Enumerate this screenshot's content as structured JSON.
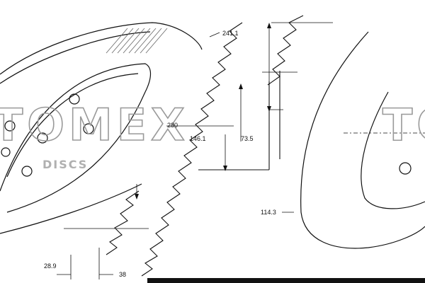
{
  "drawing": {
    "dimensions": {
      "outer_diameter": "241.1",
      "inner_diameter": "280",
      "hat_diameter": "146.1",
      "hat_height": "73.5",
      "pcd": "114.3",
      "total_height": "28.9",
      "bolt_hole": "38"
    },
    "watermark": {
      "brand": "TOMEX",
      "sub": "DISCS"
    },
    "line_color": "#111111",
    "watermark_color": "#9a9a9a"
  }
}
